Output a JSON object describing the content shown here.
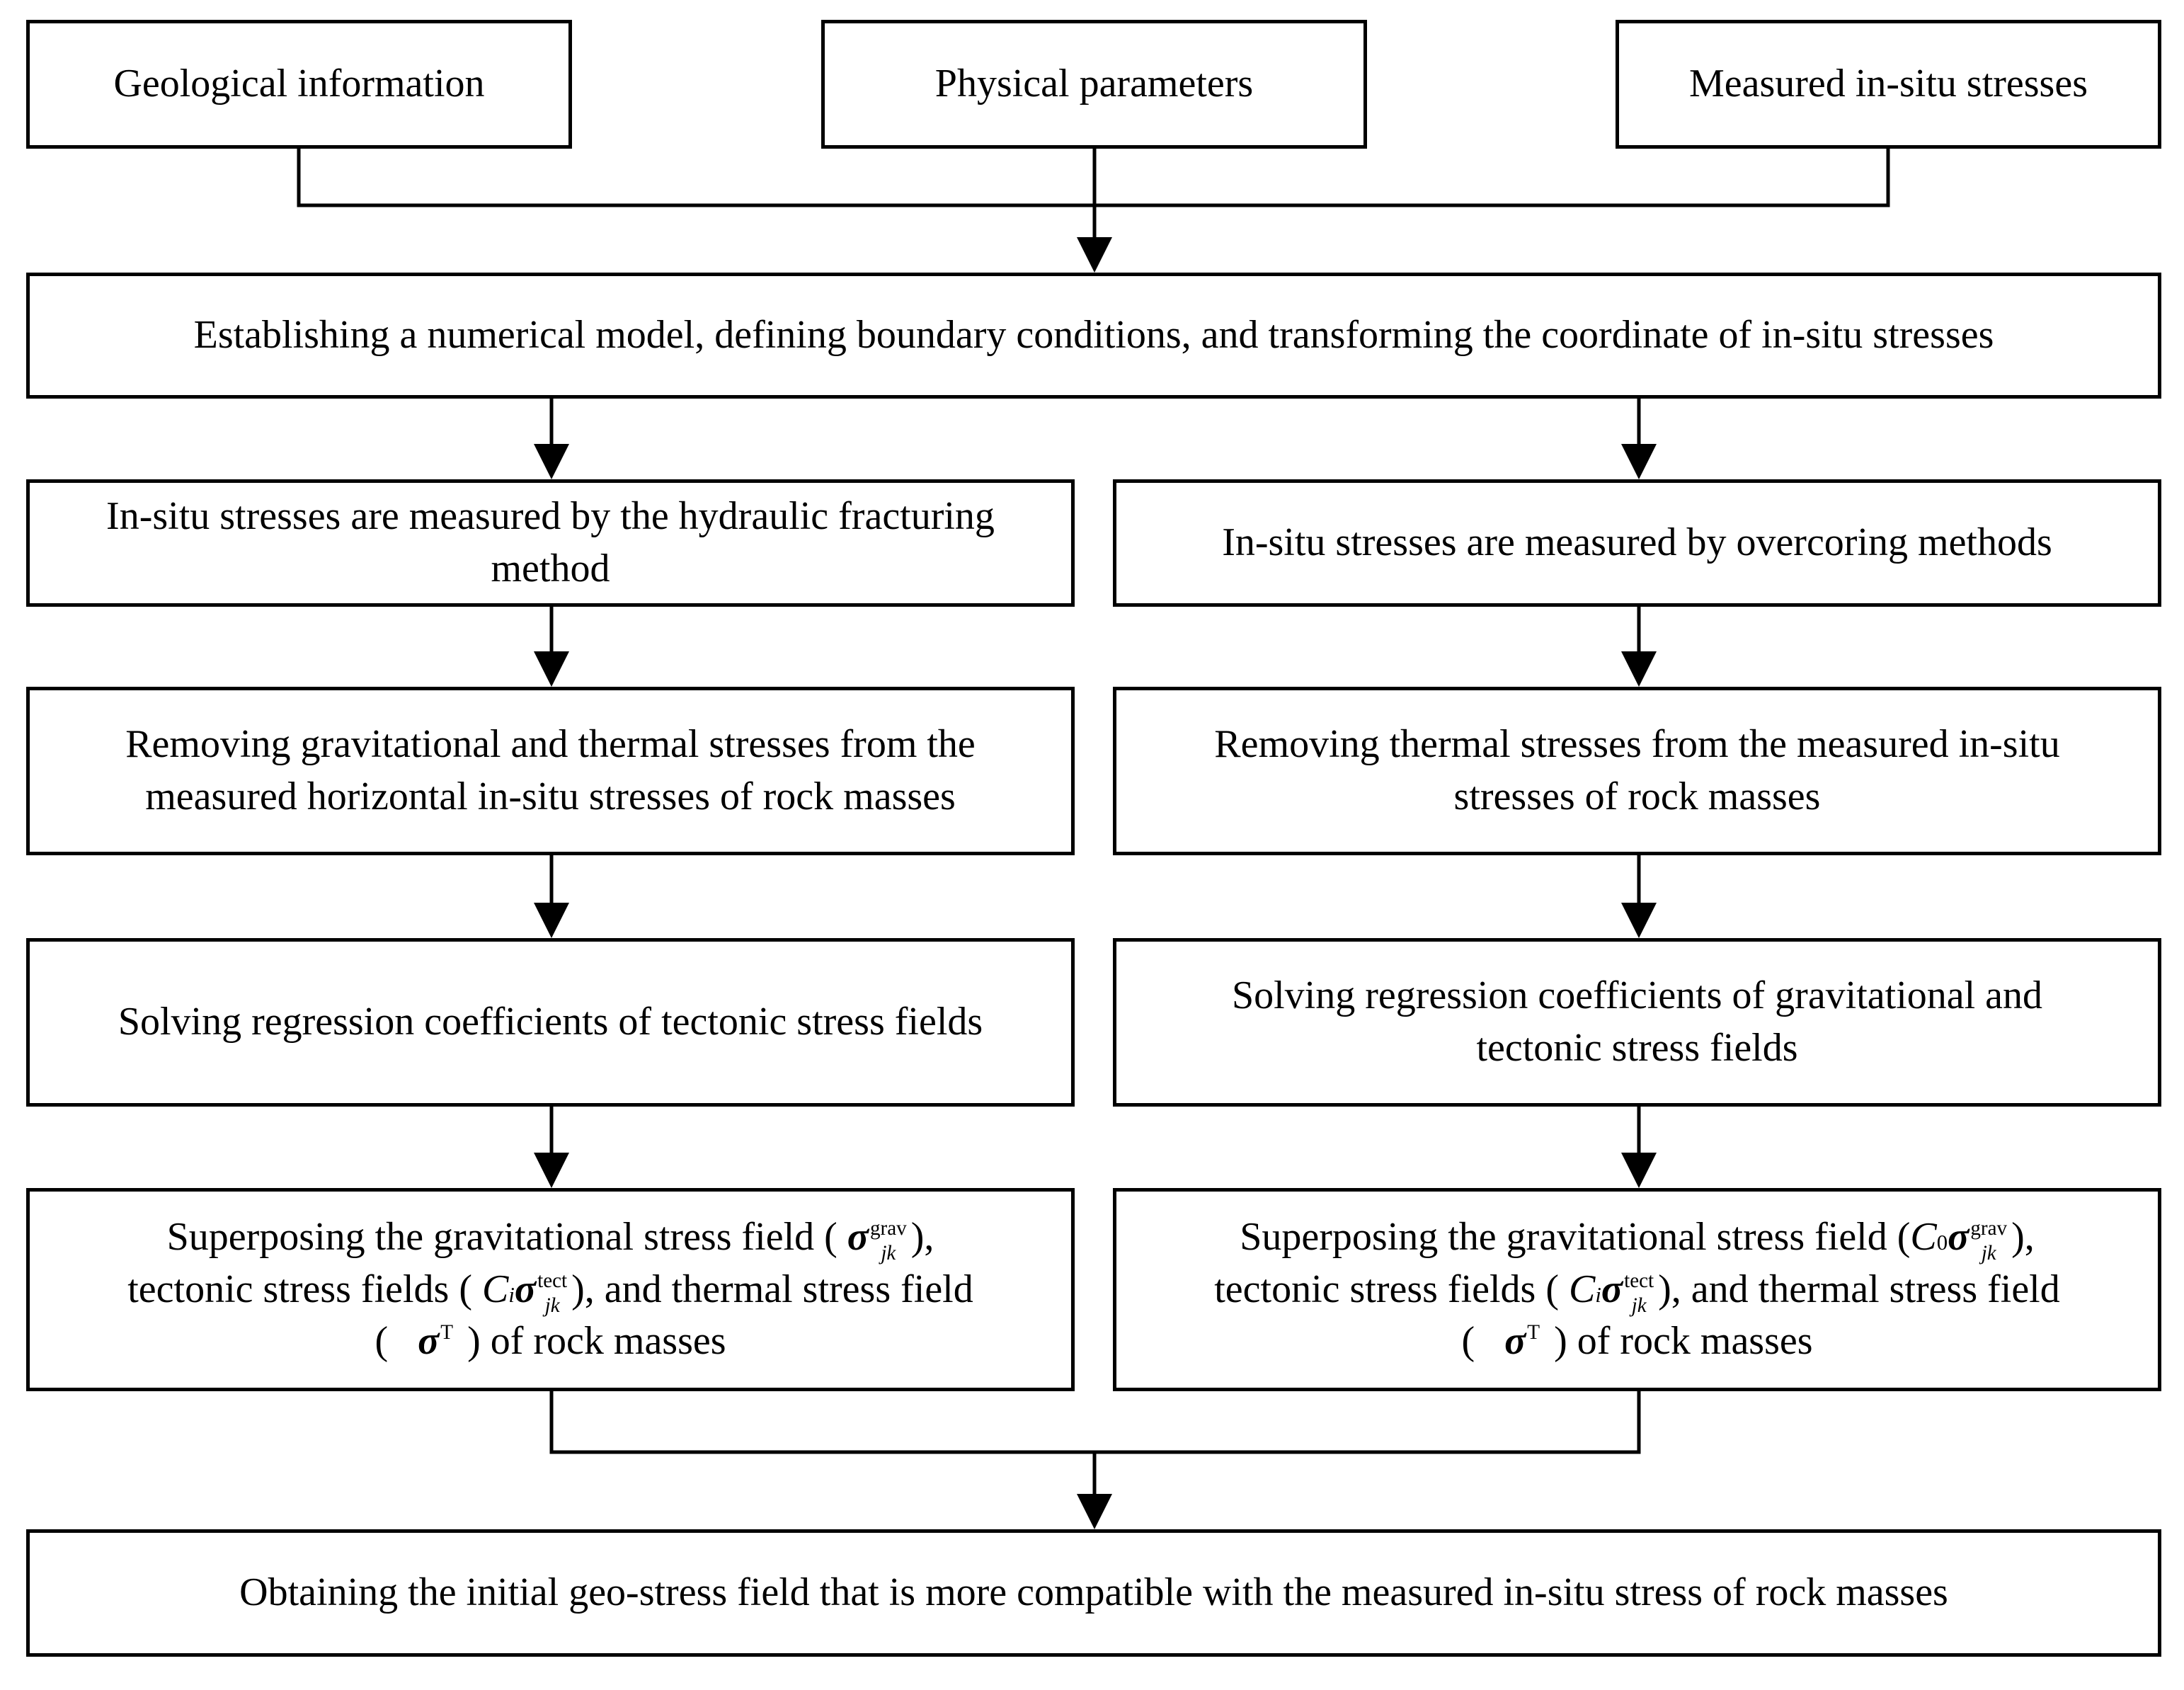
{
  "inputs": {
    "geological": "Geological information",
    "physical": "Physical parameters",
    "measured": "Measured in-situ stresses"
  },
  "model_step": "Establishing a numerical model, defining boundary conditions, and transforming the coordinate of in-situ stresses",
  "left_branch": {
    "measure_line1": "In-situ stresses are measured by the hydraulic fracturing",
    "measure_line2": "method",
    "remove_line1": "Removing gravitational and thermal stresses from the",
    "remove_line2": "measured horizontal in-situ stresses of rock masses",
    "solve": "Solving regression coefficients of tectonic stress fields",
    "superpose": {
      "l1_text": "Superposing the gravitational stress field (",
      "l1_close": "),",
      "l2_text": "tectonic stress fields (",
      "l2_close": "), and thermal stress field",
      "l3_open": "(",
      "l3_close": ") of rock masses"
    }
  },
  "right_branch": {
    "measure": "In-situ stresses are measured by overcoring methods",
    "remove_line1": "Removing thermal stresses from the measured in-situ",
    "remove_line2": "stresses of rock masses",
    "solve_line1": "Solving regression coefficients of gravitational and",
    "solve_line2": "tectonic stress fields",
    "superpose": {
      "l1_text": "Superposing the gravitational stress field (",
      "l1_close": "),",
      "l2_text": "tectonic stress fields (",
      "l2_close": "), and thermal stress field",
      "l3_open": "(",
      "l3_close": ") of rock masses"
    }
  },
  "symbols": {
    "sigma": "σ",
    "C": "C",
    "i": "i",
    "zero": "0",
    "jk": "jk",
    "grav": "grav",
    "tect": "tect",
    "T": "T"
  },
  "final_step": "Obtaining the initial geo-stress field that is more compatible with the measured in-situ stress of rock masses"
}
